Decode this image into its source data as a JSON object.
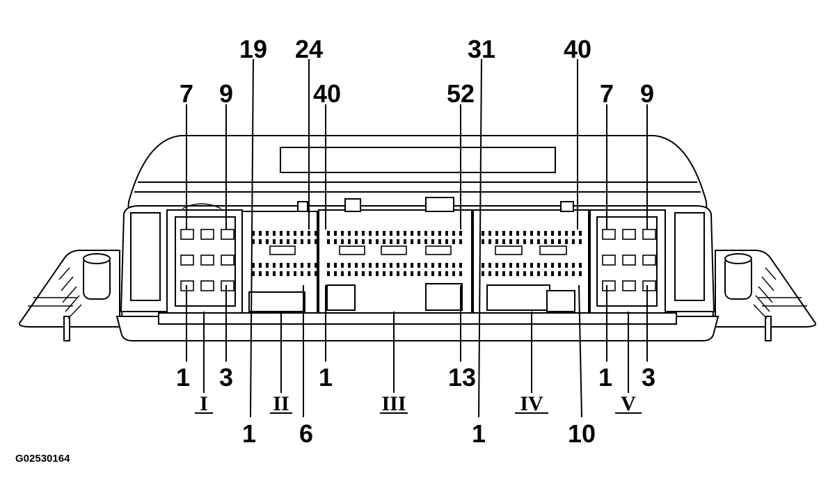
{
  "connectors": [
    {
      "id": "I",
      "roman": "I",
      "pins_top": [
        "7",
        "9"
      ],
      "pins_bottom": [
        "1",
        "3"
      ]
    },
    {
      "id": "II",
      "roman": "II",
      "pins_top": [
        "19",
        "24"
      ],
      "pins_bottom": [
        "1",
        "6"
      ]
    },
    {
      "id": "III",
      "roman": "III",
      "pins_top": [
        "40",
        "52"
      ],
      "pins_bottom": [
        "1",
        "13"
      ]
    },
    {
      "id": "IV",
      "roman": "IV",
      "pins_top": [
        "31",
        "40"
      ],
      "pins_bottom": [
        "1",
        "10"
      ]
    },
    {
      "id": "V",
      "roman": "V",
      "pins_top": [
        "7",
        "9"
      ],
      "pins_bottom": [
        "1",
        "3"
      ]
    }
  ],
  "figure_id": "G02530164",
  "colors": {
    "line": "#000000",
    "background": "#ffffff"
  }
}
